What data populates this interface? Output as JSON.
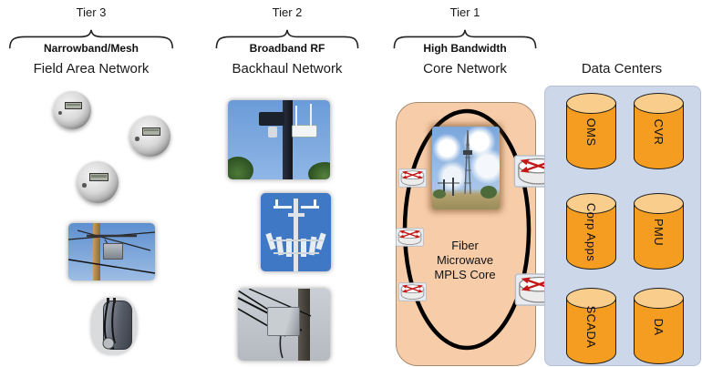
{
  "tiers": [
    {
      "tier": "Tier 3",
      "band": "Narrowband/Mesh",
      "network": "Field Area Network"
    },
    {
      "tier": "Tier 2",
      "band": "Broadband RF",
      "network": "Backhaul Network"
    },
    {
      "tier": "Tier 1",
      "band": "High Bandwidth",
      "network": "Core Network"
    }
  ],
  "data_centers": {
    "title": "Data Centers",
    "systems": [
      "OMS",
      "CVR",
      "Corp Apps",
      "PMU",
      "SCADA",
      "DA"
    ]
  },
  "core": {
    "lines": [
      "Fiber",
      "Microwave",
      "MPLS Core"
    ]
  },
  "colors": {
    "core_box": "#F7CDA9",
    "data_center_box": "#CDD7EA",
    "cylinder_body": "#F59D20",
    "cylinder_top": "#F9CE8D",
    "router_arrow": "#C21818",
    "ring": "#000000"
  },
  "icons": [
    "router-icon",
    "brace-icon"
  ],
  "photos": [
    "smart-meter",
    "distribution-pole",
    "field-device",
    "pole-radio",
    "cell-tower",
    "pole-cabinet",
    "core-tower"
  ]
}
